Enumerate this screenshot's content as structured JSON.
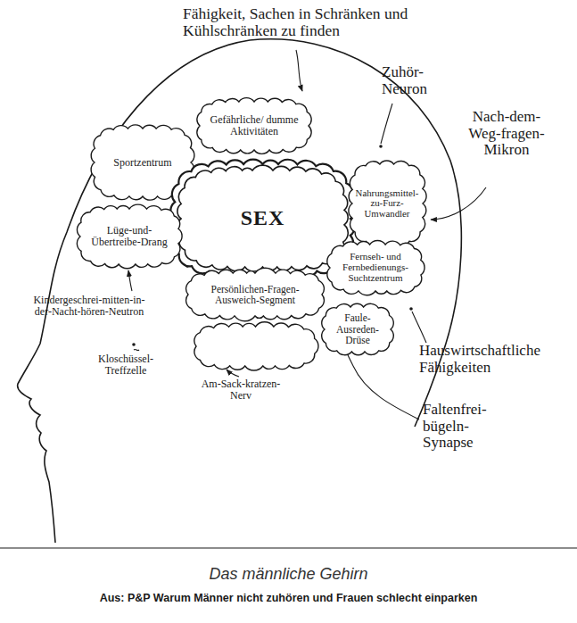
{
  "diagram": {
    "caption": "Das männliche Gehirn",
    "nodes": [
      {
        "text": [
          "Gefährliche/ dumme Aktivitäten"
        ]
      },
      {
        "text": [
          "Sportzentrum"
        ]
      },
      {
        "text": [
          "SEX"
        ]
      },
      {
        "text": [
          "Lüge-und-Übertreibe-Drang"
        ]
      },
      {
        "text": [
          "Nahrungsmittel-zu-Furz-Umwandler"
        ]
      },
      {
        "text": [
          "Fernseh- und Fernbedienungs-Suchtzentrum"
        ]
      },
      {
        "text": [
          "Persönlichen-Fragen-Ausweich-Segment"
        ]
      },
      {
        "text": [
          "Faule-Ausreden-Drüse"
        ]
      }
    ],
    "labels": [
      "Fähigkeit, Sachen in Schränken und Kühlschränken zu finden",
      "Zuhör-Neuron",
      "Nach-dem-Weg-fragen-Mikron",
      "Hauswirtschaftliche Fähigkeiten",
      "Faltenfrei-bügeln-Synapse",
      "Kindergeschrei-mitten-in-der-Nacht-hören-Neutron",
      "Kloschüssel-Treffzelle",
      "Am-Sack-kratzen-Nerv",
      "Aus: P&P Warum Männer nicht zuhören und Frauen schlecht einparken"
    ]
  }
}
